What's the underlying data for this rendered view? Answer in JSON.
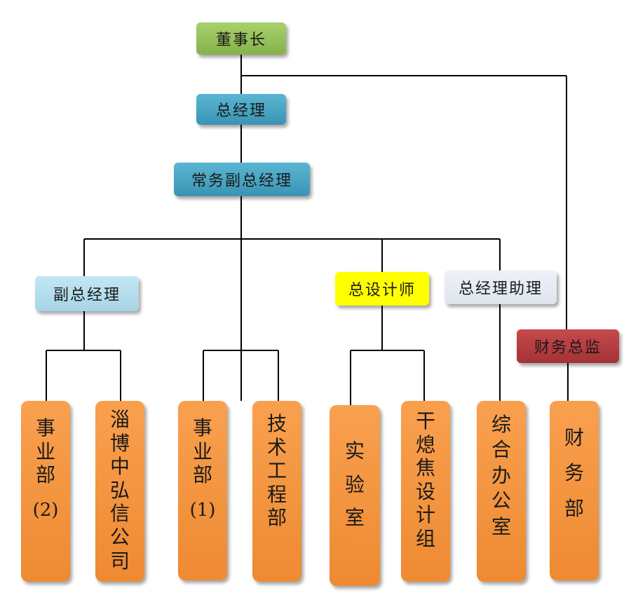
{
  "nodes": {
    "chairman": "董事长",
    "general_manager": "总经理",
    "executive_vp": "常务副总经理",
    "deputy_gm": "副总经理",
    "chief_designer": "总设计师",
    "gm_assistant": "总经理助理",
    "cfo": "财务总监",
    "division_2": {
      "text": "事业部",
      "suffix": "(2)"
    },
    "zibo_hongxin": {
      "text": "淄博中弘信公司"
    },
    "division_1": {
      "text": "事业部",
      "suffix": "(1)"
    },
    "tech_engineering": {
      "text": "技术工程部"
    },
    "laboratory": {
      "text": "实验室"
    },
    "coke_design": {
      "text": "干熄焦设计组"
    },
    "general_office": {
      "text": "综合办公室"
    },
    "finance_dept": {
      "text": "财务部"
    }
  },
  "colors": {
    "chairman": "#95c15a",
    "management": "#4aa5c4",
    "deputy_gm": "#b5def0",
    "chief_designer": "#ffff00",
    "gm_assistant": "#e6ebf2",
    "cfo": "#b73d41",
    "departments": "#f4943f",
    "connector": "#000000"
  }
}
